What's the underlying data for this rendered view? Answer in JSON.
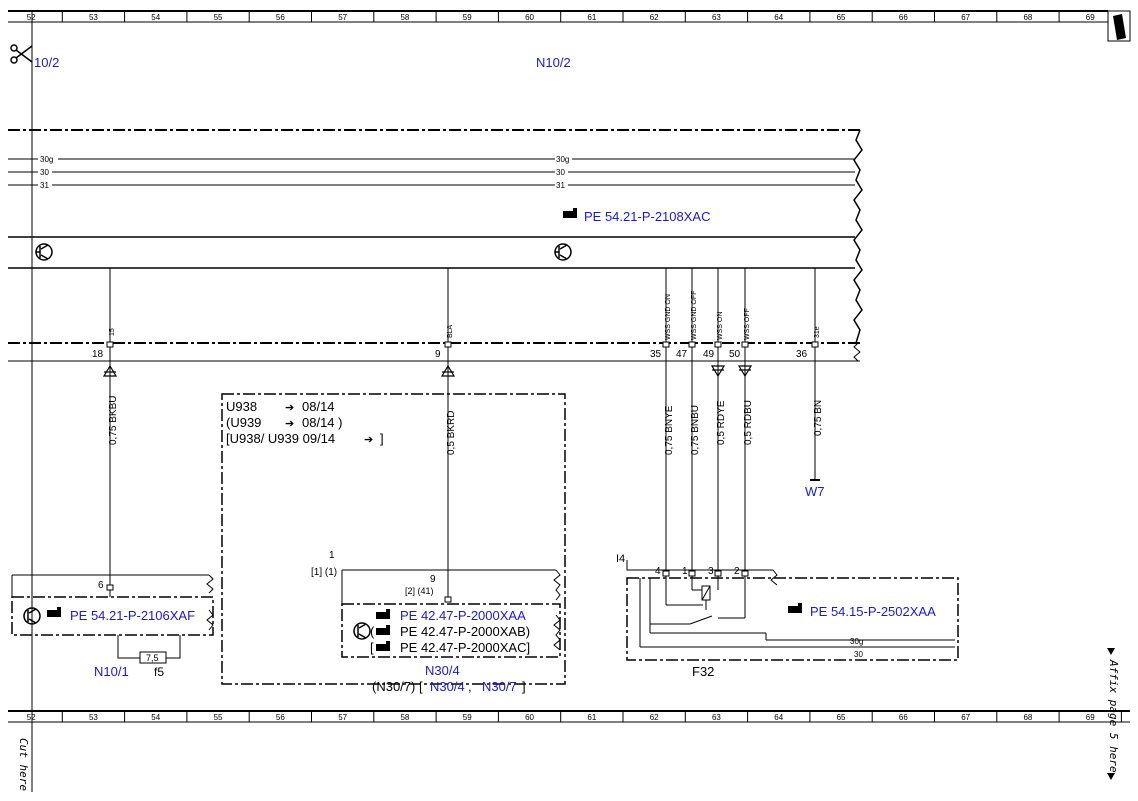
{
  "ruler": {
    "columns_top": [
      "52",
      "53",
      "54",
      "55",
      "56",
      "57",
      "58",
      "59",
      "60",
      "61",
      "62",
      "63",
      "64",
      "65",
      "66",
      "67",
      "68",
      "69"
    ],
    "columns_bottom": [
      "52",
      "53",
      "54",
      "55",
      "56",
      "57",
      "58",
      "59",
      "60",
      "61",
      "62",
      "63",
      "64",
      "65",
      "66",
      "67",
      "68",
      "69"
    ]
  },
  "margin_notes": {
    "cut_here": "Cut here",
    "affix_page": "Affix page 5 here"
  },
  "components": {
    "n10_2_left": "10/2",
    "n10_2_top": "N10/2",
    "n10_1": "N10/1",
    "f5": "f5",
    "fuse_rating": "7,5",
    "n30_4": "N30/4",
    "f32": "F32",
    "w7": "W7",
    "i4": "I4"
  },
  "bus": {
    "left": [
      "30g",
      "30",
      "31"
    ],
    "mid": [
      "30g",
      "30",
      "31"
    ]
  },
  "refs": {
    "pe_2108xac": "PE 54.21-P-2108XAC",
    "pe_2106xaf": "PE 54.21-P-2106XAF",
    "pe_2000xaa": "PE 42.47-P-2000XAA",
    "pe_2000xab": "PE 42.47-P-2000XAB)",
    "pe_2000xac": "PE 42.47-P-2000XAC]",
    "pe_2502xaa": "PE 54.15-P-2502XAA"
  },
  "pins": {
    "p18": "18",
    "p15_label": "15",
    "p9": "9",
    "p9_label": "BLA",
    "p35": "35",
    "p47": "47",
    "p49": "49",
    "p50": "50",
    "p36": "36",
    "p31e": "31e",
    "wss_gnd_on": "WSS GND ON",
    "wss_gnd_off": "WSS GND OFF",
    "wss_on": "WSS ON",
    "wss_off": "WSS OFF"
  },
  "wires": {
    "w_bkbu": "0,75 BKBU",
    "w_bkrd": "0,5 BKRD",
    "w_bnye": "0,75 BNYE",
    "w_bnbu": "0,75 BNBU",
    "w_rdye": "0,5 RDYE",
    "w_rdbu": "0,5 RDBU",
    "w_bn": "0,75 BN"
  },
  "lower": {
    "n10_1_pin": "6",
    "n30_1": "1",
    "n30_brackets": "[1] (1)",
    "n30_pin": "9",
    "n30_pin_alt": "[2]  (41)",
    "f32_pins": [
      "4",
      "1",
      "3",
      "2"
    ],
    "f32_bus": [
      "30g",
      "30"
    ]
  },
  "variant": {
    "line1_model": "U938",
    "line1_date": "08/14",
    "line2_model": "(U939",
    "line2_date": "08/14  )",
    "line3_text": "[U938/ U939   09/14",
    "line3_end": "]",
    "n30_note_prefix": "(N30/7) [",
    "n30_note_a": "N30/4",
    "n30_note_sep": " ,",
    "n30_note_b": "N30/7",
    "n30_note_end": "]"
  },
  "colors": {
    "link": "#1a1acc",
    "line": "#000000"
  }
}
